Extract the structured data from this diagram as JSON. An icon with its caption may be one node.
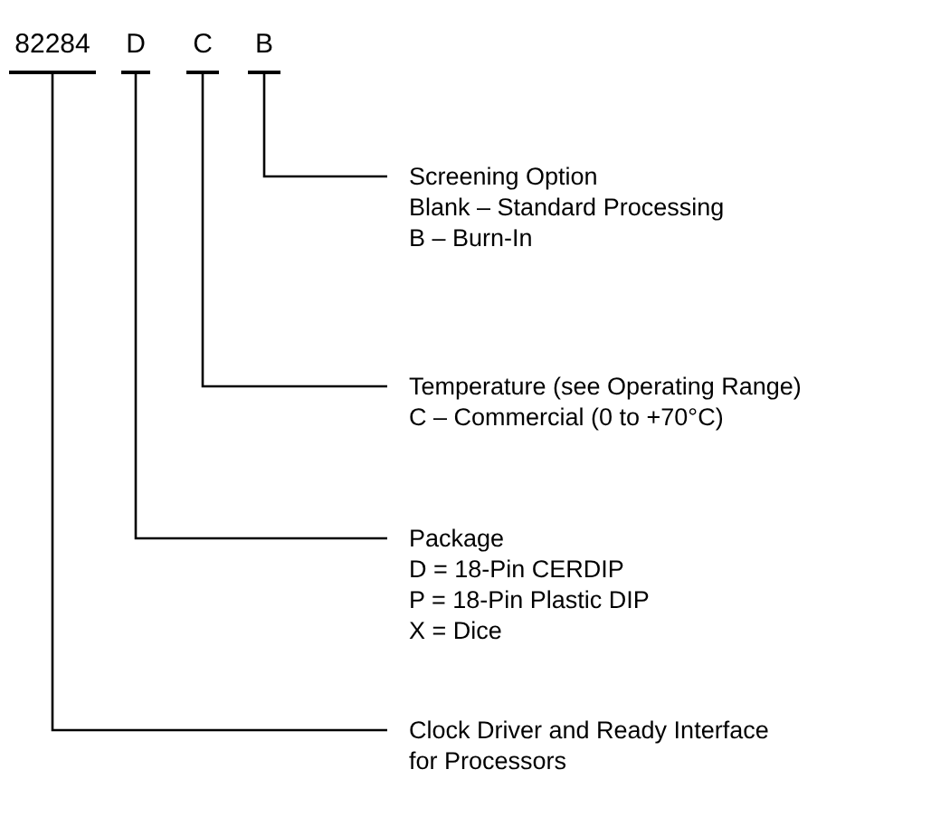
{
  "diagram": {
    "nodes": [
      {
        "text": [
          "82284"
        ]
      },
      {
        "text": [
          "D"
        ]
      },
      {
        "text": [
          "C"
        ]
      },
      {
        "text": [
          "B"
        ]
      },
      {
        "text": [
          "Screening Option",
          "Blank – Standard Processing",
          "B – Burn-In"
        ]
      },
      {
        "text": [
          "Temperature (see Operating Range)",
          "C – Commercial (0 to +70°C)"
        ]
      },
      {
        "text": [
          "Package",
          "D = 18-Pin CERDIP",
          "P = 18-Pin Plastic DIP",
          "X = Dice"
        ]
      },
      {
        "text": [
          "Clock Driver and Ready Interface for Processors"
        ]
      }
    ],
    "edges": [
      {
        "from": 3,
        "to": 4,
        "arrow": "none"
      },
      {
        "from": 2,
        "to": 5,
        "arrow": "none"
      },
      {
        "from": 1,
        "to": 6,
        "arrow": "none"
      },
      {
        "from": 0,
        "to": 7,
        "arrow": "none"
      }
    ]
  }
}
